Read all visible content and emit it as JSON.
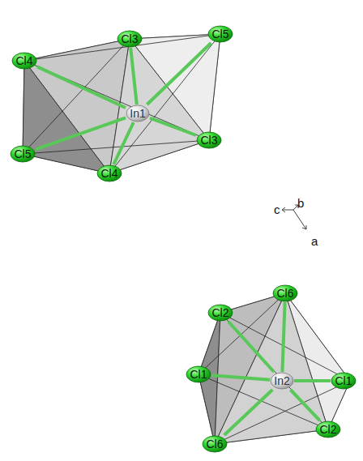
{
  "diagram": {
    "nodes": [
      {
        "text": [
          "Cl5"
        ]
      },
      {
        "text": [
          "Cl3"
        ]
      },
      {
        "text": [
          "Cl4"
        ]
      },
      {
        "text": [
          "In1"
        ]
      },
      {
        "text": [
          "Cl3"
        ]
      },
      {
        "text": [
          "Cl5"
        ]
      },
      {
        "text": [
          "Cl4"
        ]
      },
      {
        "text": [
          "Cl6"
        ]
      },
      {
        "text": [
          "Cl2"
        ]
      },
      {
        "text": [
          "Cl1"
        ]
      },
      {
        "text": [
          "In2"
        ]
      },
      {
        "text": [
          "Cl1"
        ]
      },
      {
        "text": [
          "Cl2"
        ]
      },
      {
        "text": [
          "Cl6"
        ]
      }
    ],
    "edges": [
      {
        "from": 3,
        "to": 0,
        "arrow": "none"
      },
      {
        "from": 3,
        "to": 1,
        "arrow": "none"
      },
      {
        "from": 3,
        "to": 2,
        "arrow": "none"
      },
      {
        "from": 3,
        "to": 4,
        "arrow": "none"
      },
      {
        "from": 3,
        "to": 5,
        "arrow": "none"
      },
      {
        "from": 3,
        "to": 6,
        "arrow": "none"
      },
      {
        "from": 10,
        "to": 7,
        "arrow": "none"
      },
      {
        "from": 10,
        "to": 8,
        "arrow": "none"
      },
      {
        "from": 10,
        "to": 9,
        "arrow": "none"
      },
      {
        "from": 10,
        "to": 11,
        "arrow": "none"
      },
      {
        "from": 10,
        "to": 12,
        "arrow": "none"
      },
      {
        "from": 10,
        "to": 13,
        "arrow": "none"
      }
    ],
    "labels": [
      "c",
      "b",
      "a"
    ]
  }
}
